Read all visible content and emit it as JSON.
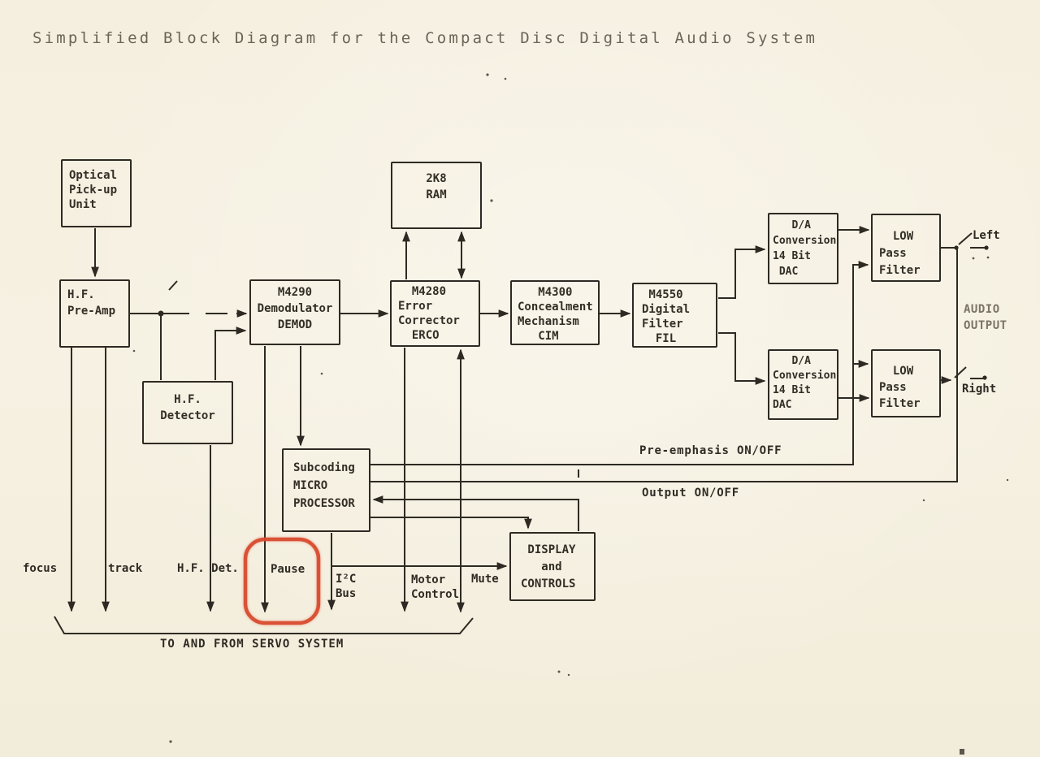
{
  "title": "Simplified Block Diagram for the Compact Disc Digital Audio System",
  "boxes": {
    "optical": "Optical\nPick-up\nUnit",
    "preamp": "H.F.\nPre-Amp",
    "detector": "H.F.\nDetector",
    "demod": "M4290\nDemodulator\nDEMOD",
    "ram": "2K8\nRAM",
    "erco": "  M4280\nError\nCorrector\n  ERCO",
    "cim": "   M4300\nConcealment\nMechanism\n   CIM",
    "fil": " M4550\nDigital\nFilter\n  FIL",
    "dac_top": "   D/A\nConversion\n14 Bit\n DAC",
    "lpf_top": "  LOW\nPass\nFilter",
    "dac_bottom": "   D/A\nConversion\n14 Bit\nDAC",
    "lpf_bottom": "  LOW\nPass\nFilter",
    "micro": "Subcoding\nMICRO\nPROCESSOR",
    "display": " DISPLAY\n   and\nCONTROLS"
  },
  "labels": {
    "focus": "focus",
    "track": "track",
    "hf_det": "H.F. Det.",
    "pause": "Pause",
    "i2c_bus": "I²C\nBus",
    "motor_control": "Motor\nControl",
    "mute": "Mute",
    "servo": "TO AND FROM SERVO SYSTEM",
    "pre_emphasis": "Pre-emphasis ON/OFF",
    "output_onoff": "Output ON/OFF",
    "left": "Left",
    "right": "Right",
    "audio_output": "AUDIO\nOUTPUT"
  },
  "annotation": {
    "highlighted_label": "Pause",
    "color": "#d8492c"
  }
}
